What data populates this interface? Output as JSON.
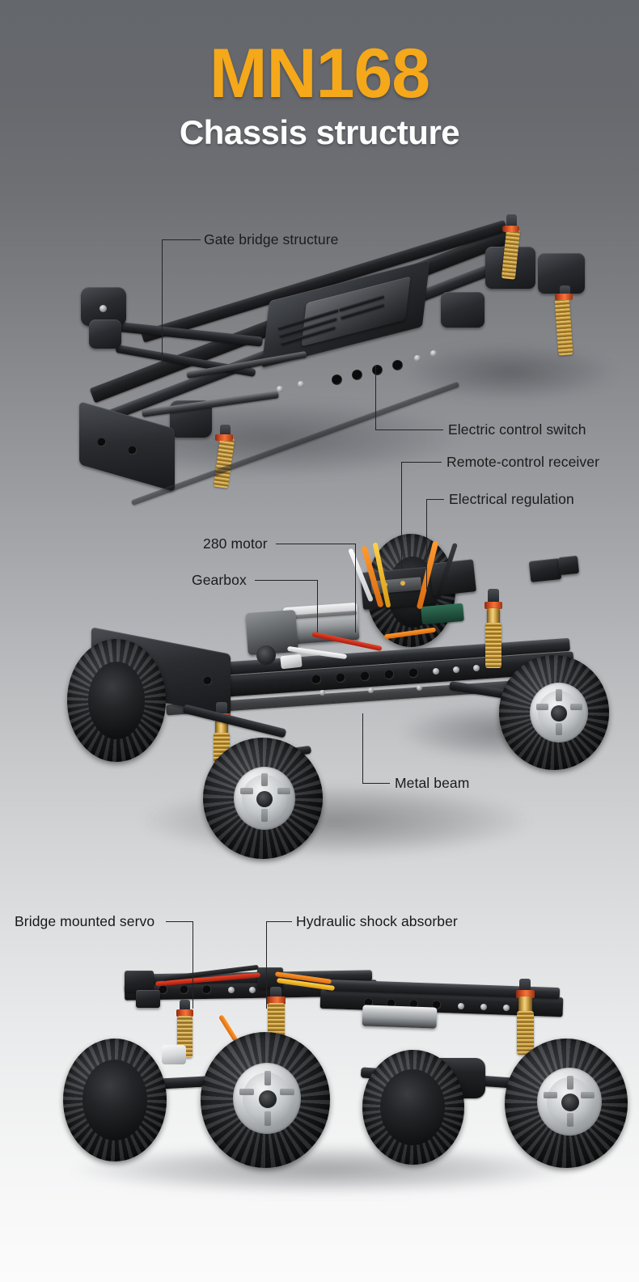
{
  "header": {
    "title": "MN168",
    "subtitle": "Chassis structure",
    "title_color": "#f5a81a",
    "subtitle_color": "#fdfdfd"
  },
  "background": {
    "top_color": "#64676c",
    "bottom_color": "#fbfbfb",
    "style": "vertical-gradient-gray-to-white"
  },
  "sections": [
    {
      "id": "top-view",
      "name": "chassis-top-angle-view",
      "callouts": [
        {
          "id": "gate-bridge-structure",
          "label": "Gate bridge structure",
          "side": "right-of-leader"
        },
        {
          "id": "electric-control-switch",
          "label": "Electric control switch",
          "side": "right-of-leader"
        }
      ]
    },
    {
      "id": "middle-view",
      "name": "chassis-side-angle-view",
      "callouts": [
        {
          "id": "remote-control-receiver",
          "label": "Remote-control receiver",
          "side": "right-of-leader"
        },
        {
          "id": "electrical-regulation",
          "label": "Electrical regulation",
          "side": "right-of-leader"
        },
        {
          "id": "280-motor",
          "label": "280 motor",
          "side": "left-of-leader"
        },
        {
          "id": "gearbox",
          "label": "Gearbox",
          "side": "left-of-leader"
        },
        {
          "id": "metal-beam",
          "label": "Metal beam",
          "side": "right-of-leader"
        }
      ]
    },
    {
      "id": "bottom-view",
      "name": "chassis-front-view",
      "callouts": [
        {
          "id": "bridge-mounted-servo",
          "label": "Bridge mounted servo",
          "side": "left-of-leader"
        },
        {
          "id": "hydraulic-shock-absorber",
          "label": "Hydraulic shock absorber",
          "side": "right-of-leader"
        }
      ]
    }
  ],
  "callouts": {
    "gate_bridge_structure": "Gate bridge structure",
    "electric_control_switch": "Electric control switch",
    "remote_control_receiver": "Remote-control receiver",
    "electrical_regulation": "Electrical regulation",
    "motor_280": "280 motor",
    "gearbox": "Gearbox",
    "metal_beam": "Metal beam",
    "bridge_mounted_servo": "Bridge mounted servo",
    "hydraulic_shock_absorber": "Hydraulic shock absorber"
  },
  "colors": {
    "accent_orange": "#f5a81a",
    "leader_line": "#242426",
    "callout_text": "#1b1b1b",
    "shock_gold": "#c79a39",
    "shock_cap_red": "#e0582a",
    "wheel_silver": "#dcdee0",
    "chassis_black": "#232428"
  }
}
